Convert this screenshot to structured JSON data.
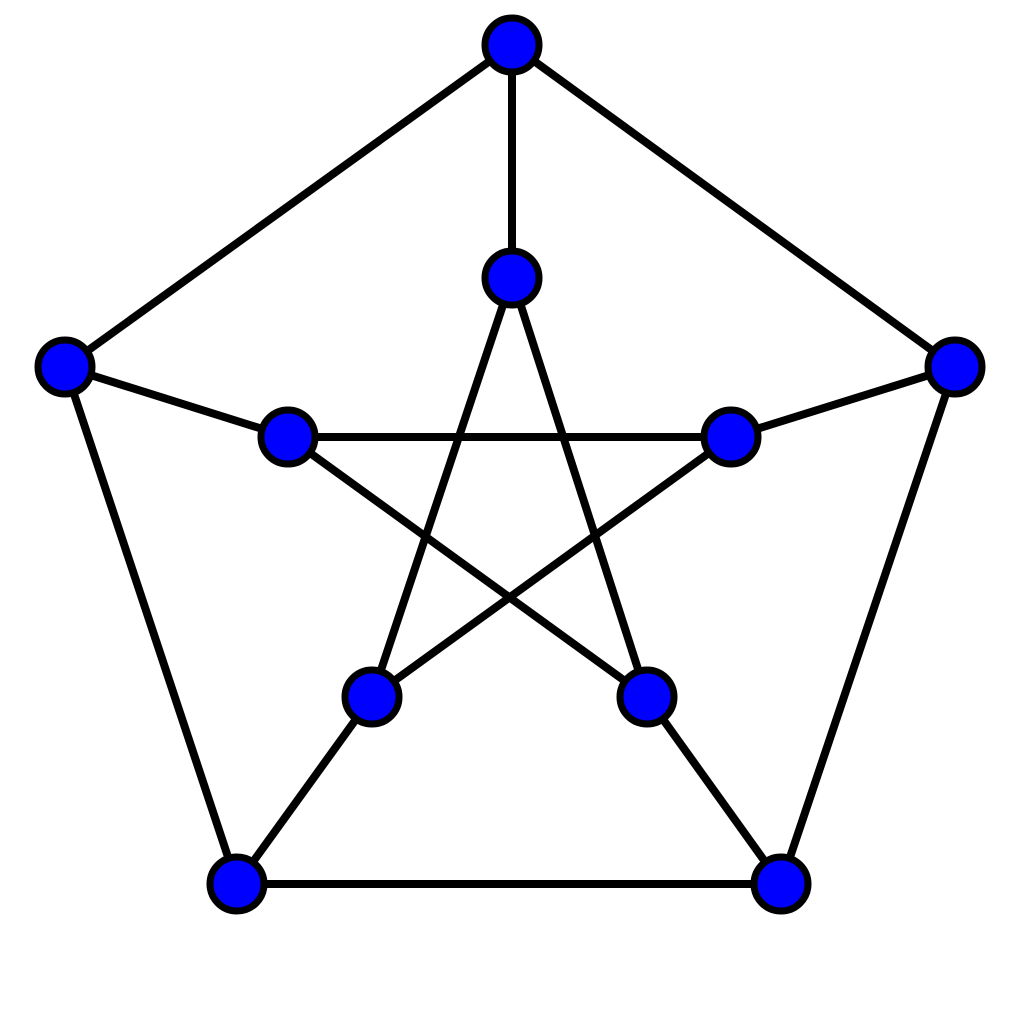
{
  "graph": {
    "node_fill": "#0000ff",
    "node_stroke": "#000000",
    "edge_color": "#000000",
    "nodes": [
      "o0",
      "o1",
      "o2",
      "o3",
      "o4",
      "i0",
      "i1",
      "i2",
      "i3",
      "i4"
    ],
    "edges": [
      [
        "o0",
        "o1"
      ],
      [
        "o1",
        "o2"
      ],
      [
        "o2",
        "o3"
      ],
      [
        "o3",
        "o4"
      ],
      [
        "o4",
        "o0"
      ],
      [
        "o0",
        "i0"
      ],
      [
        "o1",
        "i1"
      ],
      [
        "o2",
        "i2"
      ],
      [
        "o3",
        "i3"
      ],
      [
        "o4",
        "i4"
      ],
      [
        "i0",
        "i2"
      ],
      [
        "i2",
        "i4"
      ],
      [
        "i4",
        "i1"
      ],
      [
        "i1",
        "i3"
      ],
      [
        "i3",
        "i0"
      ]
    ]
  }
}
